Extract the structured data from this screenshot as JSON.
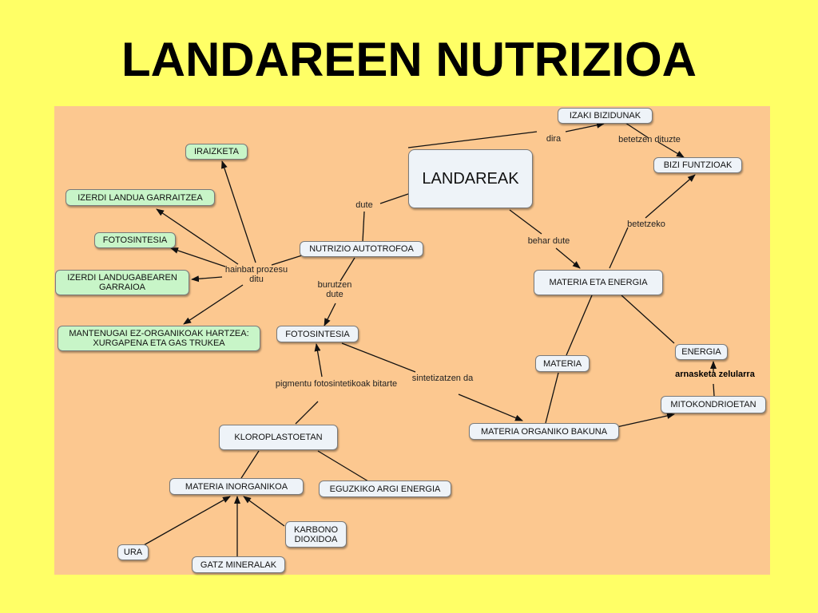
{
  "title": "LANDAREEN NUTRIZIOA",
  "nodes": {
    "landareak": "LANDAREAK",
    "izaki_bizidunak": "IZAKI BIZIDUNAK",
    "bizi_funtzioak": "BIZI FUNTZIOAK",
    "iraizketa": "IRAIZKETA",
    "izerdi_landua": "IZERDI LANDUA GARRAITZEA",
    "fotosintesia_green": "FOTOSINTESIA",
    "izerdi_landugabea": "IZERDI LANDUGABEAREN GARRAIOA",
    "mantenugai": "MANTENUGAI EZ-ORGANIKOAK HARTZEA: XURGAPENA ETA GAS TRUKEA",
    "nutrizio_autotrofoa": "NUTRIZIO AUTOTROFOA",
    "materia_energia": "MATERIA ETA ENERGIA",
    "energia": "ENERGIA",
    "materia": "MATERIA",
    "fotosintesia": "FOTOSINTESIA",
    "mitokondrioetan": "MITOKONDRIOETAN",
    "materia_organiko": "MATERIA ORGANIKO BAKUNA",
    "kloroplastoetan": "KLOROPLASTOETAN",
    "materia_inorganikoa": "MATERIA INORGANIKOA",
    "eguzkiko": "EGUZKIKO ARGI ENERGIA",
    "karbono": "KARBONO DIOXIDOA",
    "ura": "URA",
    "gatz": "GATZ MINERALAK"
  },
  "links": {
    "dira": "dira",
    "betetzen_dituzte": "betetzen dituzte",
    "dute": "dute",
    "behar_dute": "behar dute",
    "betetzeko": "betetzeko",
    "hainbat": "hainbat prozesu ditu",
    "burutzen": "burutzen dute",
    "arnasketa": "arnasketa zelularra",
    "sintetizatzen": "sintetizatzen da",
    "pigmentu": "pigmentu fotosintetikoak bitarte"
  }
}
